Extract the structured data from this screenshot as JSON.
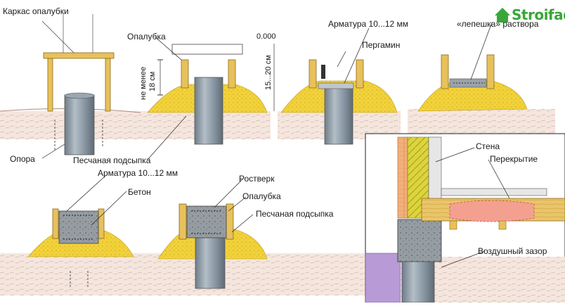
{
  "logo": {
    "text": "Stroifaq",
    "color": "#3aa63a"
  },
  "labels": {
    "karkas": "Каркас опалубки",
    "opalubka1": "Опалубка",
    "level": "0.000",
    "height_left": "не менее",
    "height_left2": "18 см",
    "height_right": "15...20 см",
    "armatura_top": "Арматура 10...12 мм",
    "lepeshka": "«лепешка» раствора",
    "pergamin": "Пергамин",
    "opora": "Опора",
    "sand1": "Песчаная подсыпка",
    "armatura_mid": "Арматура 10...12 мм",
    "beton": "Бетон",
    "rostverk": "Ростверк",
    "opalubka2": "Опалубка",
    "sand2": "Песчаная подсыпка",
    "stena": "Стена",
    "perekrytie": "Перекрытие",
    "zazor": "Воздушный зазор"
  },
  "colors": {
    "sand": "#f2d23a",
    "wood": "#e8c15a",
    "pillar": "#8c9aa6",
    "soil": "#f3e3da",
    "concrete": "#8e969c",
    "insulation": "#d9cf3a",
    "brick_orange": "#f0b27a",
    "purple": "#b79ad6"
  }
}
